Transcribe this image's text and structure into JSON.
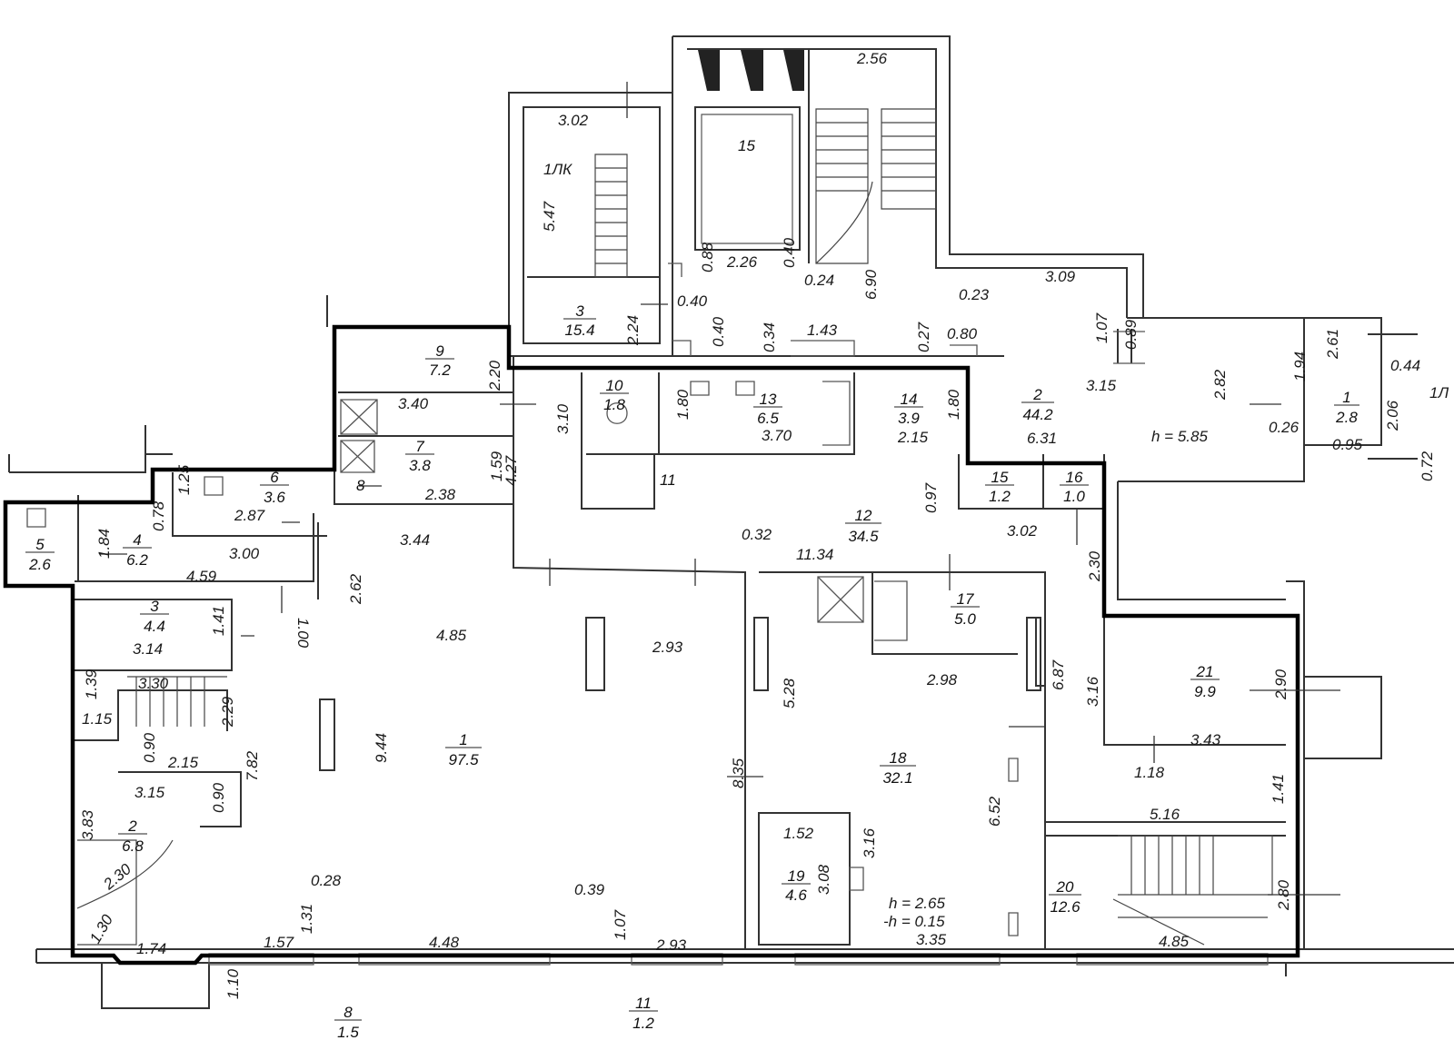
{
  "labels": {
    "l_256": "2.56",
    "l_302a": "3.02",
    "l_1lk": "1ЛК",
    "l_15top": "15",
    "l_547": "5.47",
    "l_088": "0.88",
    "l_226": "2.26",
    "l_040a": "0.40",
    "l_024": "0.24",
    "l_690": "6.90",
    "l_023": "0.23",
    "l_309": "3.09",
    "l_040b": "0.40",
    "l_040c": "0.40",
    "l_224": "2.24",
    "l_034": "0.34",
    "l_143": "1.43",
    "l_027": "0.27",
    "l_080": "0.80",
    "l_107a": "1.07",
    "l_089": "0.89",
    "l_220": "2.20",
    "l_340": "3.40",
    "l_180a": "1.80",
    "l_370": "3.70",
    "l_215a": "2.15",
    "l_180b": "1.80",
    "l_315a": "3.15",
    "l_282": "2.82",
    "l_194": "1.94",
    "l_261": "2.61",
    "l_044": "0.44",
    "l_1lk_right": "1Л",
    "l_631": "6.31",
    "l_h585": "h = 5.85",
    "l_026": "0.26",
    "l_206": "2.06",
    "l_095": "0.95",
    "l_072": "0.72",
    "l_310a": "3.10",
    "l_159": "1.59",
    "l_427": "4.27",
    "l_238": "2.38",
    "l_125": "1.25",
    "l_078": "0.78",
    "l_287": "2.87",
    "l_184": "1.84",
    "l_300": "3.00",
    "l_459": "4.59",
    "l_097": "0.97",
    "l_032": "0.32",
    "l_344": "3.44",
    "l_1134": "11.34",
    "l_302b": "3.02",
    "l_230a": "2.30",
    "l_262": "2.62",
    "l_100": "1.00",
    "l_141a": "1.41",
    "l_314": "3.14",
    "l_485": "4.85",
    "l_293a": "2.93",
    "l_298": "2.98",
    "l_687": "6.87",
    "l_316a": "3.16",
    "l_528": "5.28",
    "l_290": "2.90",
    "l_343": "3.43",
    "l_118": "1.18",
    "l_139": "1.39",
    "l_330": "3.30",
    "l_115": "1.15",
    "l_229": "2.29",
    "l_090a": "0.90",
    "l_215b": "2.15",
    "l_944": "9.44",
    "l_782": "7.82",
    "l_090b": "0.90",
    "l_315b": "3.15",
    "l_835": "8.35",
    "l_652": "6.52",
    "l_141b": "1.41",
    "l_516": "5.16",
    "l_383": "3.83",
    "l_230b": "2.30",
    "l_152": "1.52",
    "l_316b": "3.16",
    "l_308": "3.08",
    "l_h265": "h = 2.65",
    "l_h015": "-h = 0.15",
    "l_335": "3.35",
    "l_280": "2.80",
    "l_485b": "4.85",
    "l_028": "0.28",
    "l_039": "0.39",
    "l_131": "1.31",
    "l_107b": "1.07",
    "l_130": "1.30",
    "l_174": "1.74",
    "l_157": "1.57",
    "l_448": "4.48",
    "l_293b": "2.93",
    "l_110": "1.10"
  },
  "rooms": {
    "r3top": {
      "num": "3",
      "area": "15.4"
    },
    "r9": {
      "num": "9",
      "area": "7.2"
    },
    "r10": {
      "num": "10",
      "area": "1.8"
    },
    "r13": {
      "num": "13",
      "area": "6.5"
    },
    "r14": {
      "num": "14",
      "area": "3.9"
    },
    "r2top": {
      "num": "2",
      "area": "44.2"
    },
    "r1right": {
      "num": "1",
      "area": "2.8"
    },
    "r7": {
      "num": "7",
      "area": "3.8"
    },
    "r8": {
      "num": "8"
    },
    "r11": {
      "num": "11"
    },
    "r6": {
      "num": "6",
      "area": "3.6"
    },
    "r5": {
      "num": "5",
      "area": "2.6"
    },
    "r4": {
      "num": "4",
      "area": "6.2"
    },
    "r15": {
      "num": "15",
      "area": "1.2"
    },
    "r16": {
      "num": "16",
      "area": "1.0"
    },
    "r12": {
      "num": "12",
      "area": "34.5"
    },
    "r3": {
      "num": "3",
      "area": "4.4"
    },
    "r17": {
      "num": "17",
      "area": "5.0"
    },
    "r21": {
      "num": "21",
      "area": "9.9"
    },
    "r1": {
      "num": "1",
      "area": "97.5"
    },
    "r18": {
      "num": "18",
      "area": "32.1"
    },
    "r2": {
      "num": "2",
      "area": "6.8"
    },
    "r19": {
      "num": "19",
      "area": "4.6"
    },
    "r20": {
      "num": "20",
      "area": "12.6"
    },
    "r8b": {
      "num": "8",
      "area": "1.5"
    },
    "r11b": {
      "num": "11",
      "area": "1.2"
    }
  }
}
